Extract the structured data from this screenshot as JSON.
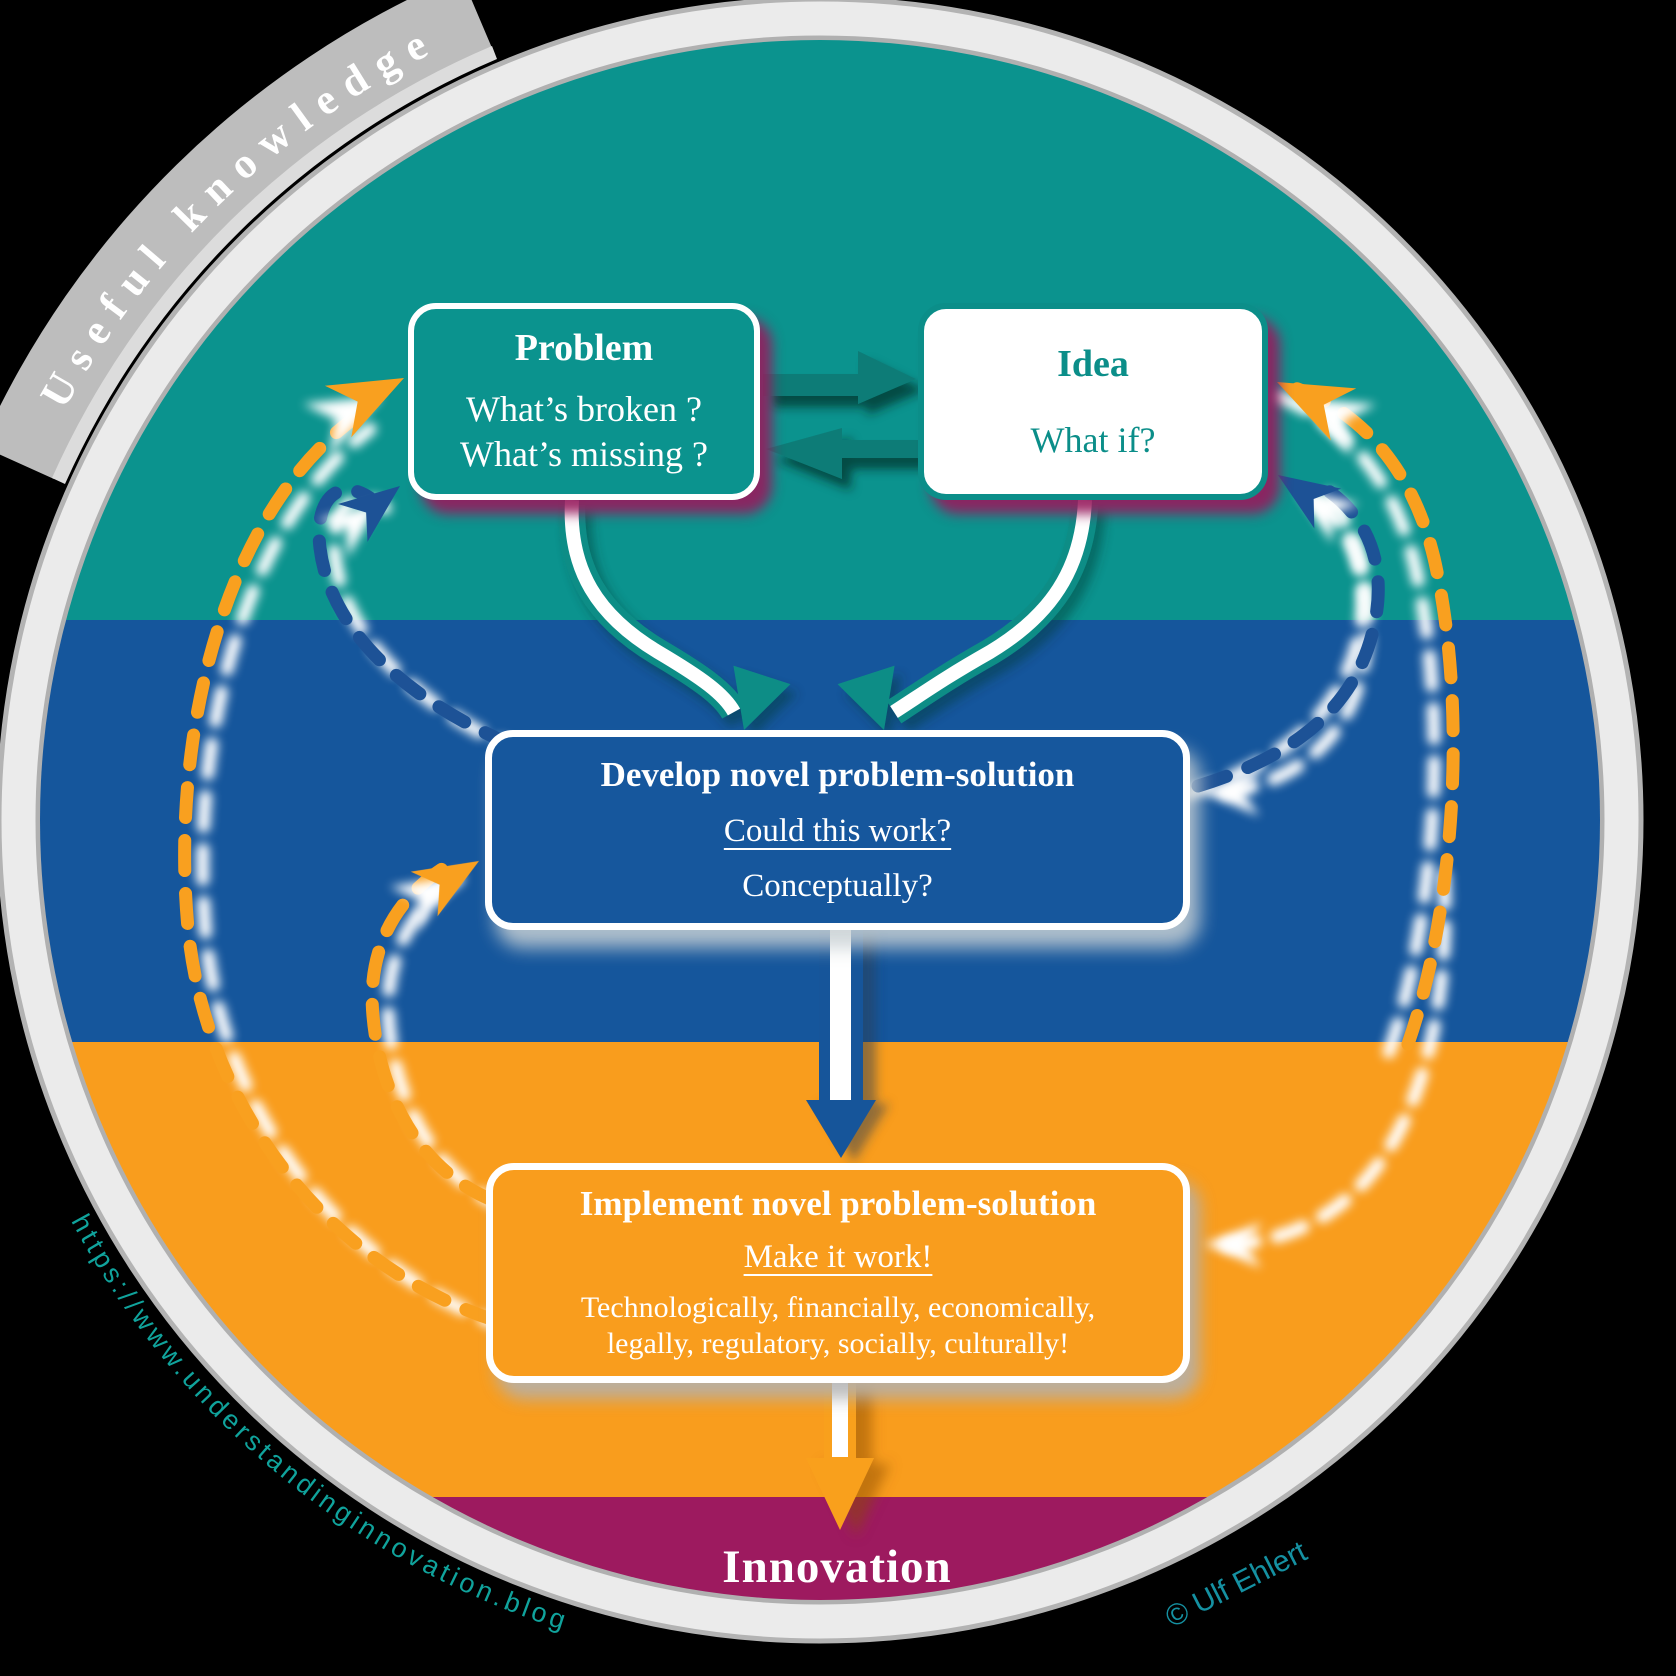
{
  "ribbon": {
    "label": "Useful knowledge"
  },
  "boxes": {
    "problem": {
      "title": "Problem",
      "line1": "What’s broken ?",
      "line2": "What’s missing ?"
    },
    "idea": {
      "title": "Idea",
      "line1": "What if?"
    },
    "develop": {
      "title": "Develop novel problem-solution",
      "question": "Could this work?",
      "subline": "Conceptually?"
    },
    "implement": {
      "title": "Implement novel problem-solution",
      "question": "Make it work!",
      "subline1": "Technologically, financially, economically,",
      "subline2": "legally, regulatory, socially, culturally!"
    }
  },
  "outcome": {
    "label": "Innovation"
  },
  "footer": {
    "url": "https://www.understandinginnovation.blog",
    "credit": "© Ulf Ehlert"
  },
  "colors": {
    "teal_band": "#0b938e",
    "blue_band": "#15569c",
    "orange_band": "#f99d1d",
    "magenta_band": "#9d1a5f",
    "dark_teal_arrow": "#0d7c77",
    "dashed_blue": "#1d5296",
    "dashed_orange": "#f9a01f",
    "ring_gray": "#ebebeb",
    "ribbon_gray": "#bdbdbd",
    "link_teal": "#10a39c"
  }
}
